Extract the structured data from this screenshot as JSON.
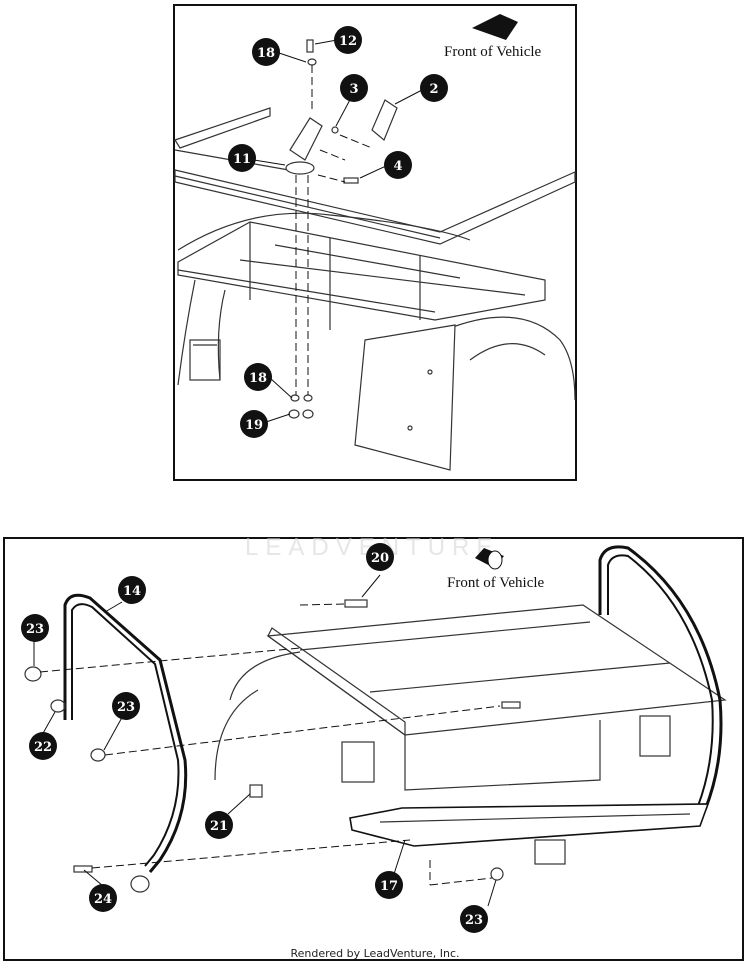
{
  "top_panel": {
    "front_label": "Front of Vehicle",
    "callouts": [
      "18",
      "12",
      "3",
      "2",
      "11",
      "4",
      "18",
      "19"
    ]
  },
  "bottom_panel": {
    "front_label": "Front of Vehicle",
    "callouts": [
      "14",
      "20",
      "23",
      "23",
      "22",
      "21",
      "24",
      "17",
      "23"
    ]
  },
  "watermark": "LEADVENTURE",
  "footer": "Rendered by LeadVenture, Inc."
}
